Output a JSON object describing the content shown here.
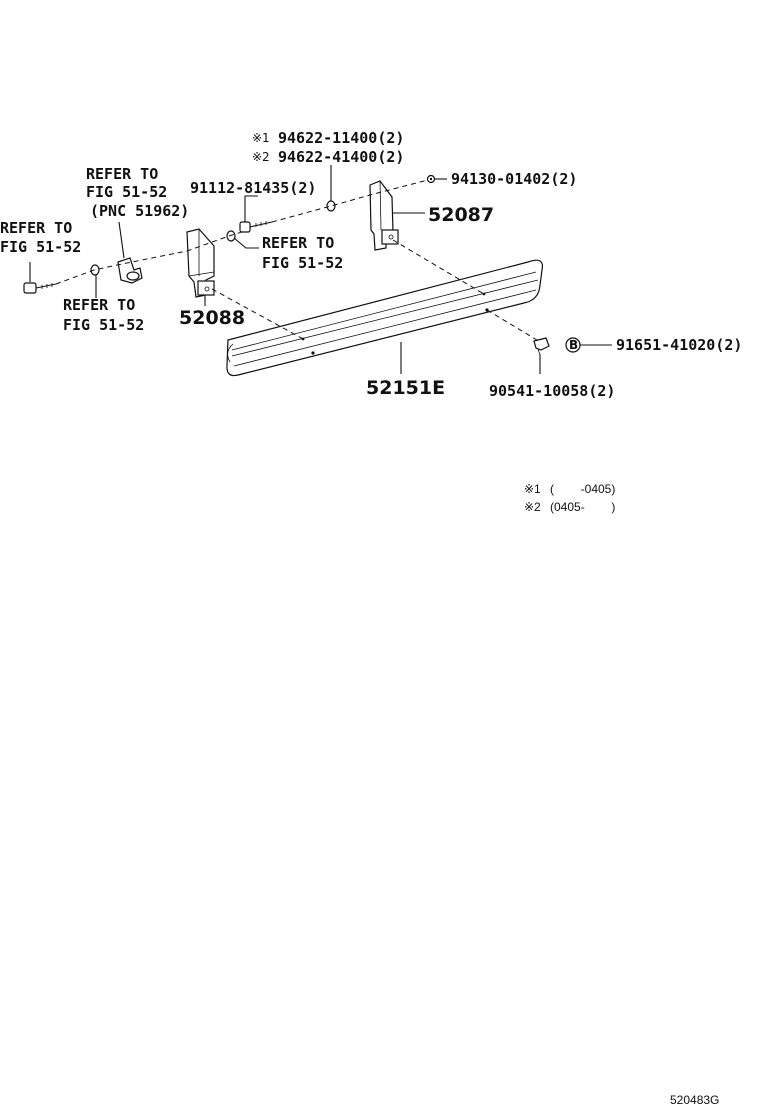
{
  "labels": {
    "refer_fig_left_1": "REFER TO",
    "refer_fig_left_2": "FIG 51-52",
    "refer_fig_pnc_1": "REFER TO",
    "refer_fig_pnc_2": "FIG 51-52",
    "refer_fig_pnc_3": "(PNC 51962)",
    "refer_fig_bottom_1": "REFER TO",
    "refer_fig_bottom_2": "FIG 51-52",
    "refer_fig_mid_1": "REFER TO",
    "refer_fig_mid_2": "FIG 51-52",
    "part_91112": "91112-81435(2)",
    "part_94622_1_mark": "※1",
    "part_94622_1": "94622-11400(2)",
    "part_94622_2_mark": "※2",
    "part_94622_2": "94622-41400(2)",
    "part_94130": "94130-01402(2)",
    "part_52087": "52087",
    "part_52088": "52088",
    "part_52151E": "52151E",
    "part_91651": "91651-41020(2)",
    "part_90541": "90541-10058(2)",
    "callout_b": "B"
  },
  "notes": {
    "note1_mark": "※1",
    "note1_range": "(        -0405)",
    "note2_mark": "※2",
    "note2_range": "(0405-        )"
  },
  "footer": {
    "figure_code": "520483G"
  }
}
